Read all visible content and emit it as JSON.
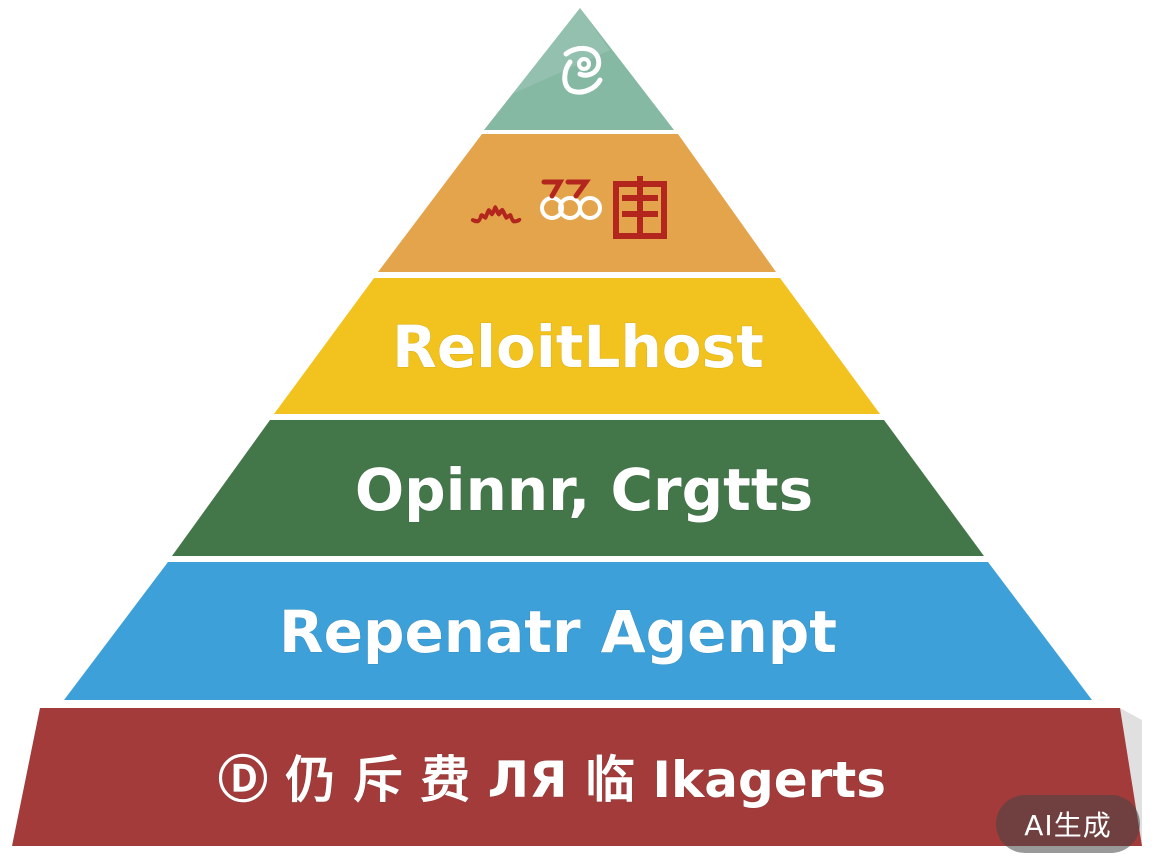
{
  "tiers": [
    {
      "label": "",
      "color": "#86b9a4",
      "icon": "brush-glyph-icon"
    },
    {
      "label": "",
      "color": "#e3a44b",
      "icon": "calligraphy-glyphs-icon"
    },
    {
      "label": "ReloitLhost",
      "color": "#f2c21e"
    },
    {
      "label": "Opinnr, Crgtts",
      "color": "#43774a"
    },
    {
      "label": "Repenatr Agenpt",
      "color": "#3ea0d8"
    },
    {
      "label": "Ⓓ 仍 斥 费 ЛЯ 临 Ikagerts",
      "color": "#a23b39"
    }
  ],
  "badge": {
    "label": "AI生成"
  }
}
